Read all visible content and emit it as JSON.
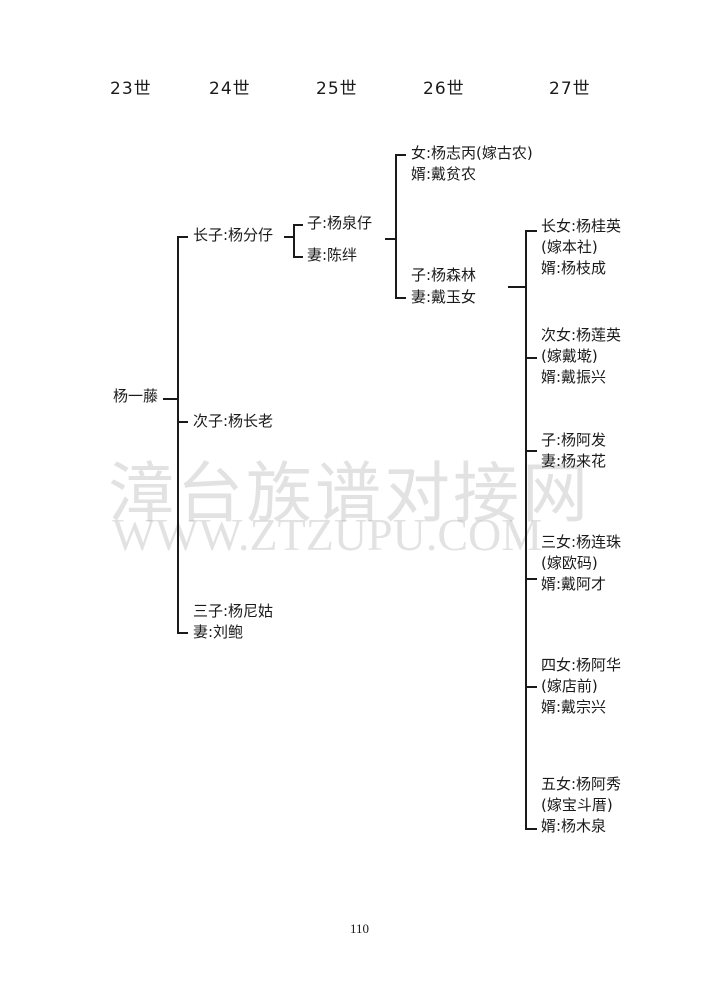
{
  "generations": [
    "23世",
    "24世",
    "25世",
    "26世",
    "27世"
  ],
  "root": "杨一藤",
  "gen24": {
    "son1": "长子:杨分仔",
    "son2": "次子:杨长老",
    "son3": "三子:杨尼姑",
    "son3_wife": "妻:刘鲍"
  },
  "gen25": {
    "son": "子:杨泉仔",
    "wife": "妻:陈绊"
  },
  "gen26": {
    "daughter": "女:杨志丙(嫁古农)",
    "daughter_husband": "婿:戴贫农",
    "son": "子:杨森林",
    "son_wife": "妻:戴玉女"
  },
  "gen27": [
    {
      "lines": [
        "长女:杨桂英",
        "(嫁本社)",
        "婿:杨枝成"
      ]
    },
    {
      "lines": [
        "次女:杨莲英",
        "(嫁戴墘)",
        "婿:戴振兴"
      ]
    },
    {
      "lines": [
        "子:杨阿发",
        "妻:杨来花"
      ]
    },
    {
      "lines": [
        "三女:杨连珠",
        "(嫁欧码)",
        "婿:戴阿才"
      ]
    },
    {
      "lines": [
        "四女:杨阿华",
        "(嫁店前)",
        "婿:戴宗兴"
      ]
    },
    {
      "lines": [
        "五女:杨阿秀",
        "(嫁宝斗厝)",
        "婿:杨木泉"
      ]
    }
  ],
  "watermark": {
    "cn": "漳台族谱对接网",
    "url": "WWW.ZTZUPU.COM"
  },
  "page_number": "110"
}
